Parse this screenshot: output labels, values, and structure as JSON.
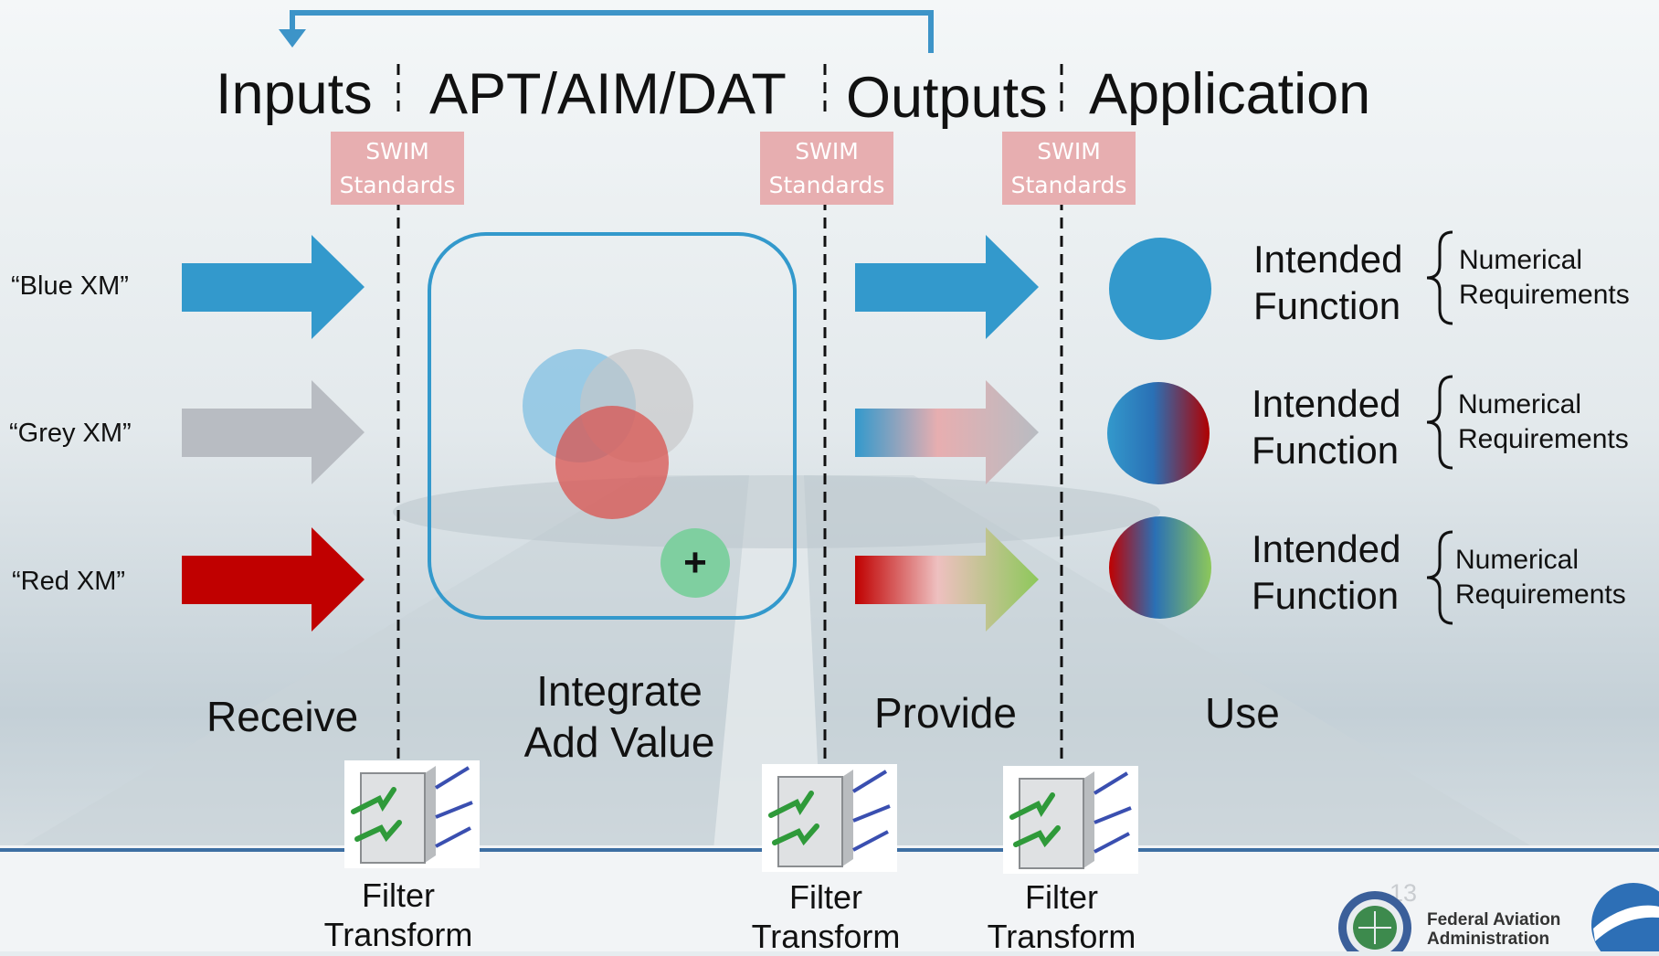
{
  "headers": {
    "inputs": "Inputs",
    "apt": "APT/AIM/DAT",
    "outputs": "Outputs",
    "application": "Application"
  },
  "swim": {
    "line1": "SWIM",
    "line2": "Standards"
  },
  "inputs": [
    {
      "label": "“Blue XM”",
      "color": "#3399cc"
    },
    {
      "label": "“Grey XM”",
      "color": "#b8bcc2"
    },
    {
      "label": "“Red XM”",
      "color": "#c00000"
    }
  ],
  "stages": {
    "receive": "Receive",
    "integrate": "Integrate",
    "add_value": "Add Value",
    "provide": "Provide",
    "use": "Use"
  },
  "applications": [
    {
      "line1": "Intended",
      "line2": "Function",
      "req1": "Numerical",
      "req2": "Requirements"
    },
    {
      "line1": "Intended",
      "line2": "Function",
      "req1": "Numerical",
      "req2": "Requirements"
    },
    {
      "line1": "Intended",
      "line2": "Function",
      "req1": "Numerical",
      "req2": "Requirements"
    }
  ],
  "filter": {
    "line1": "Filter",
    "line2": "Transform"
  },
  "plus_symbol": "+",
  "footer": {
    "page_number": "13",
    "agency_line1": "Federal Aviation",
    "agency_line2": "Administration"
  },
  "colors": {
    "blue": "#3399cc",
    "grey": "#b8bcc2",
    "red": "#c00000",
    "pink": "#e7aeb0",
    "green": "#8dc85a",
    "accent_line": "#3d6fa3"
  }
}
